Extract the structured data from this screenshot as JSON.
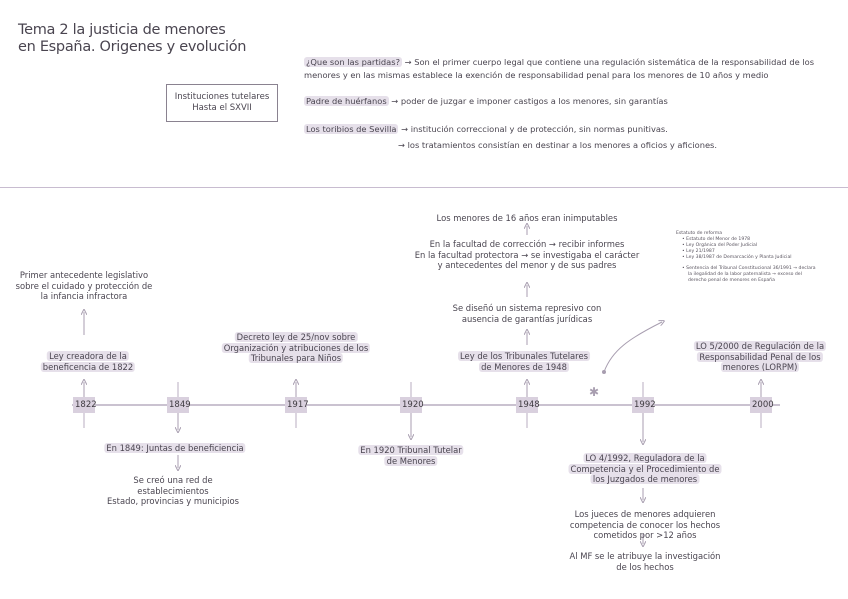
{
  "title": {
    "line1": "Tema 2 la justicia de menores",
    "line2": "en España. Origenes y evolución"
  },
  "box": {
    "line1": "Instituciones tutelares",
    "line2": "Hasta el SXVII"
  },
  "intro": {
    "q_label": "¿Que son las partidas?",
    "q_text1": "→ Son el primer cuerpo legal que contiene una regulación sistemática de la responsabilidad de los",
    "q_text2": "menores y en las mismas establece la exención de responsabilidad penal para los menores de 10 años y medio",
    "padre_label": "Padre de huérfanos",
    "padre_text": "→ poder de juzgar e imponer castigos a los menores, sin garantías",
    "toribios_label": "Los toribios de Sevilla",
    "toribios_text1": "→ institución correccional y de protección, sin normas punitivas.",
    "toribios_text2": "→ los tratamientos consistían en destinar a los menores a oficios y aficiones."
  },
  "timeline": {
    "years": [
      "1822",
      "1849",
      "1917",
      "1920",
      "1948",
      "1992",
      "2000"
    ]
  },
  "events": {
    "e1822_top1": "Primer antecedente legislativo",
    "e1822_top2": "sobre el cuidado y protección de",
    "e1822_top3": "la infancia infractora",
    "e1822_a": "Ley creadora de la",
    "e1822_b": "beneficencia de 1822",
    "e1849_a": "En 1849: Juntas de beneficiencia",
    "e1849_b1": "Se creó una red de",
    "e1849_b2": "establecimientos",
    "e1849_b3": "Estado, provincias y municipios",
    "e1917_1": "Decreto ley de 25/nov sobre",
    "e1917_2": "Organización y atribuciones de los",
    "e1917_3": "Tribunales para Niños",
    "e1920_1": "En 1920 Tribunal Tutelar",
    "e1920_2": "de Menores",
    "e1948_1": "Ley de los Tribunales Tutelares",
    "e1948_2": "de Menores de 1948",
    "e1948_s1": "Se diseñó un sistema represivo con",
    "e1948_s2": "ausencia de garantías jurídicas",
    "e1948_r1": "En la facultad de corrección → recibir informes",
    "e1948_r2": "En la facultad protectora → se investigaba el carácter",
    "e1948_r3": "y antecedentes del menor y de sus padres",
    "e1948_top": "Los menores de 16 años eran inimputables",
    "e1992_1": "LO 4/1992, Reguladora de la",
    "e1992_2": "Competencia y el Procedimiento de",
    "e1992_3": "los Juzgados de menores",
    "e1992_j1": "Los jueces de menores adquieren",
    "e1992_j2": "competencia de conocer los hechos",
    "e1992_j3": "cometidos por >12 años",
    "e1992_m1": "Al MF se le atribuye la investigación",
    "e1992_m2": "de los hechos",
    "e2000_1": "LO 5/2000 de Regulación de la",
    "e2000_2": "Responsabilidad Penal de los",
    "e2000_3": "menores (LORPM)"
  },
  "notes": {
    "header": "Estatuto de reforma",
    "i1": "Estatuto del Menor de 1978",
    "i2": "Ley Orgánica del Poder Judicial",
    "i3": "Ley 21/1987",
    "i4": "Ley 38/1987 de Demarcación y Planta Judicial",
    "s1": "Sentencia del Tribunal Constitucional 36/1991 → declara",
    "s2": "la ilegalidad de la labor paternalista → exceso del",
    "s3": "derecho penal de menores en España"
  },
  "colors": {
    "axis": "#b8aec0",
    "highlight": "#e6e0ea",
    "year_bg": "#d9d0de"
  }
}
